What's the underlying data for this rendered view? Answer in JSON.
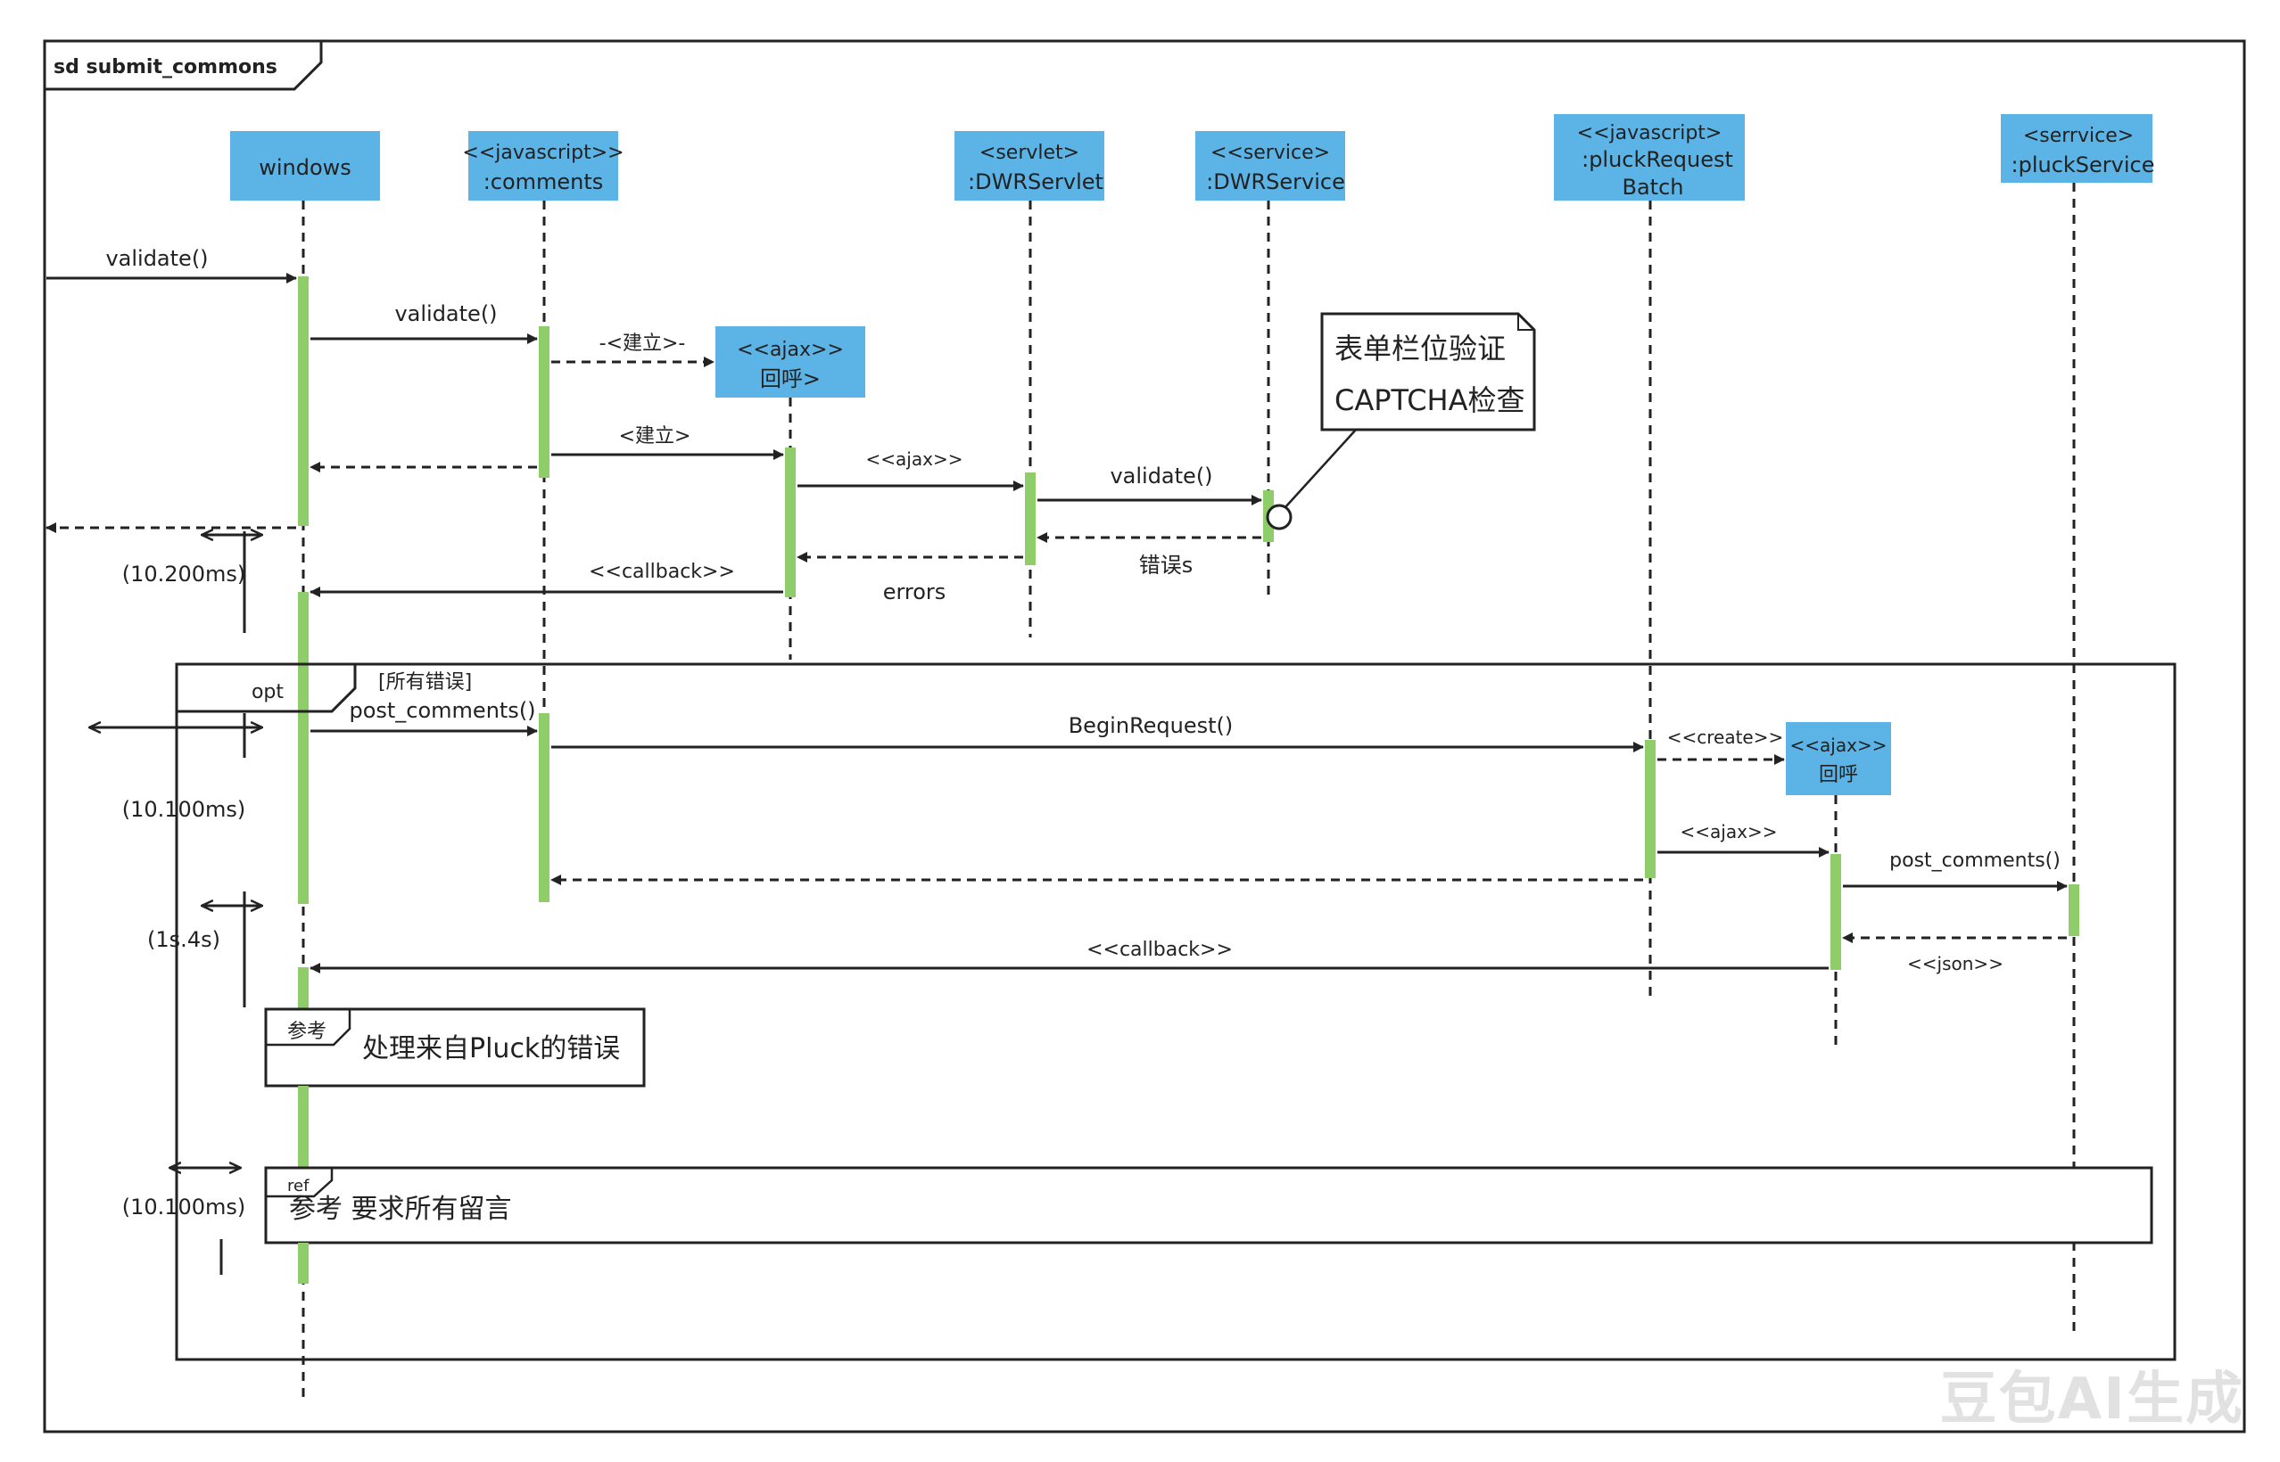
{
  "frame": {
    "label": "sd submit_commons"
  },
  "lifelines": [
    {
      "id": "windows",
      "lines": [
        "windows"
      ]
    },
    {
      "id": "comments",
      "lines": [
        "<<javascript>>",
        ":comments"
      ]
    },
    {
      "id": "ajax1",
      "lines": [
        "<<ajax>>",
        "回呼>"
      ]
    },
    {
      "id": "dwrservlet",
      "lines": [
        "<servlet>",
        ":DWRServlet"
      ]
    },
    {
      "id": "dwrservice",
      "lines": [
        "<<service>",
        ":DWRService"
      ]
    },
    {
      "id": "pluckbatch",
      "lines": [
        "<<javascript>",
        ":pluckRequest",
        "Batch"
      ]
    },
    {
      "id": "ajax2",
      "lines": [
        "<<ajax>>",
        "回呼"
      ]
    },
    {
      "id": "pluckservice",
      "lines": [
        "<serrvice>",
        ":pluckService"
      ]
    }
  ],
  "messages": [
    {
      "id": "m1",
      "label": "validate()"
    },
    {
      "id": "m2",
      "label": "validate()"
    },
    {
      "id": "m3",
      "label": "-<建立>-"
    },
    {
      "id": "m4",
      "label": "<建立>"
    },
    {
      "id": "m5",
      "label": ""
    },
    {
      "id": "m6",
      "label": "<<ajax>>"
    },
    {
      "id": "m7",
      "label": "validate()"
    },
    {
      "id": "m8",
      "label": "错误s"
    },
    {
      "id": "m9",
      "label": "errors"
    },
    {
      "id": "m10",
      "label": "<<callback>>"
    },
    {
      "id": "m11",
      "label": ""
    },
    {
      "id": "m12",
      "label": "post_comments()"
    },
    {
      "id": "m13",
      "label": "BeginRequest()"
    },
    {
      "id": "m14",
      "label": "<<create>>"
    },
    {
      "id": "m15",
      "label": "<<ajax>>"
    },
    {
      "id": "m16",
      "label": "post_comments()"
    },
    {
      "id": "m17",
      "label": "<<json>>"
    },
    {
      "id": "m18",
      "label": ""
    },
    {
      "id": "m19",
      "label": "<<callback>>"
    }
  ],
  "note": {
    "lines": [
      "表单栏位验证",
      "CAPTCHA检查"
    ]
  },
  "timings": [
    "(10.200ms)",
    "(10.100ms)",
    "(1s.4s)",
    "(10.100ms)"
  ],
  "fragment": {
    "operator": "opt",
    "guard": "[所有错误]"
  },
  "refs": [
    {
      "tag": "参考",
      "text": "处理来自Pluck的错误"
    },
    {
      "tag": "ref",
      "text": "参考 要求所有留言"
    }
  ],
  "watermark": "豆包AI生成",
  "colors": {
    "lifeline_box": "#5bb3e6",
    "activation": "#8fcc6a",
    "line": "#222222"
  }
}
